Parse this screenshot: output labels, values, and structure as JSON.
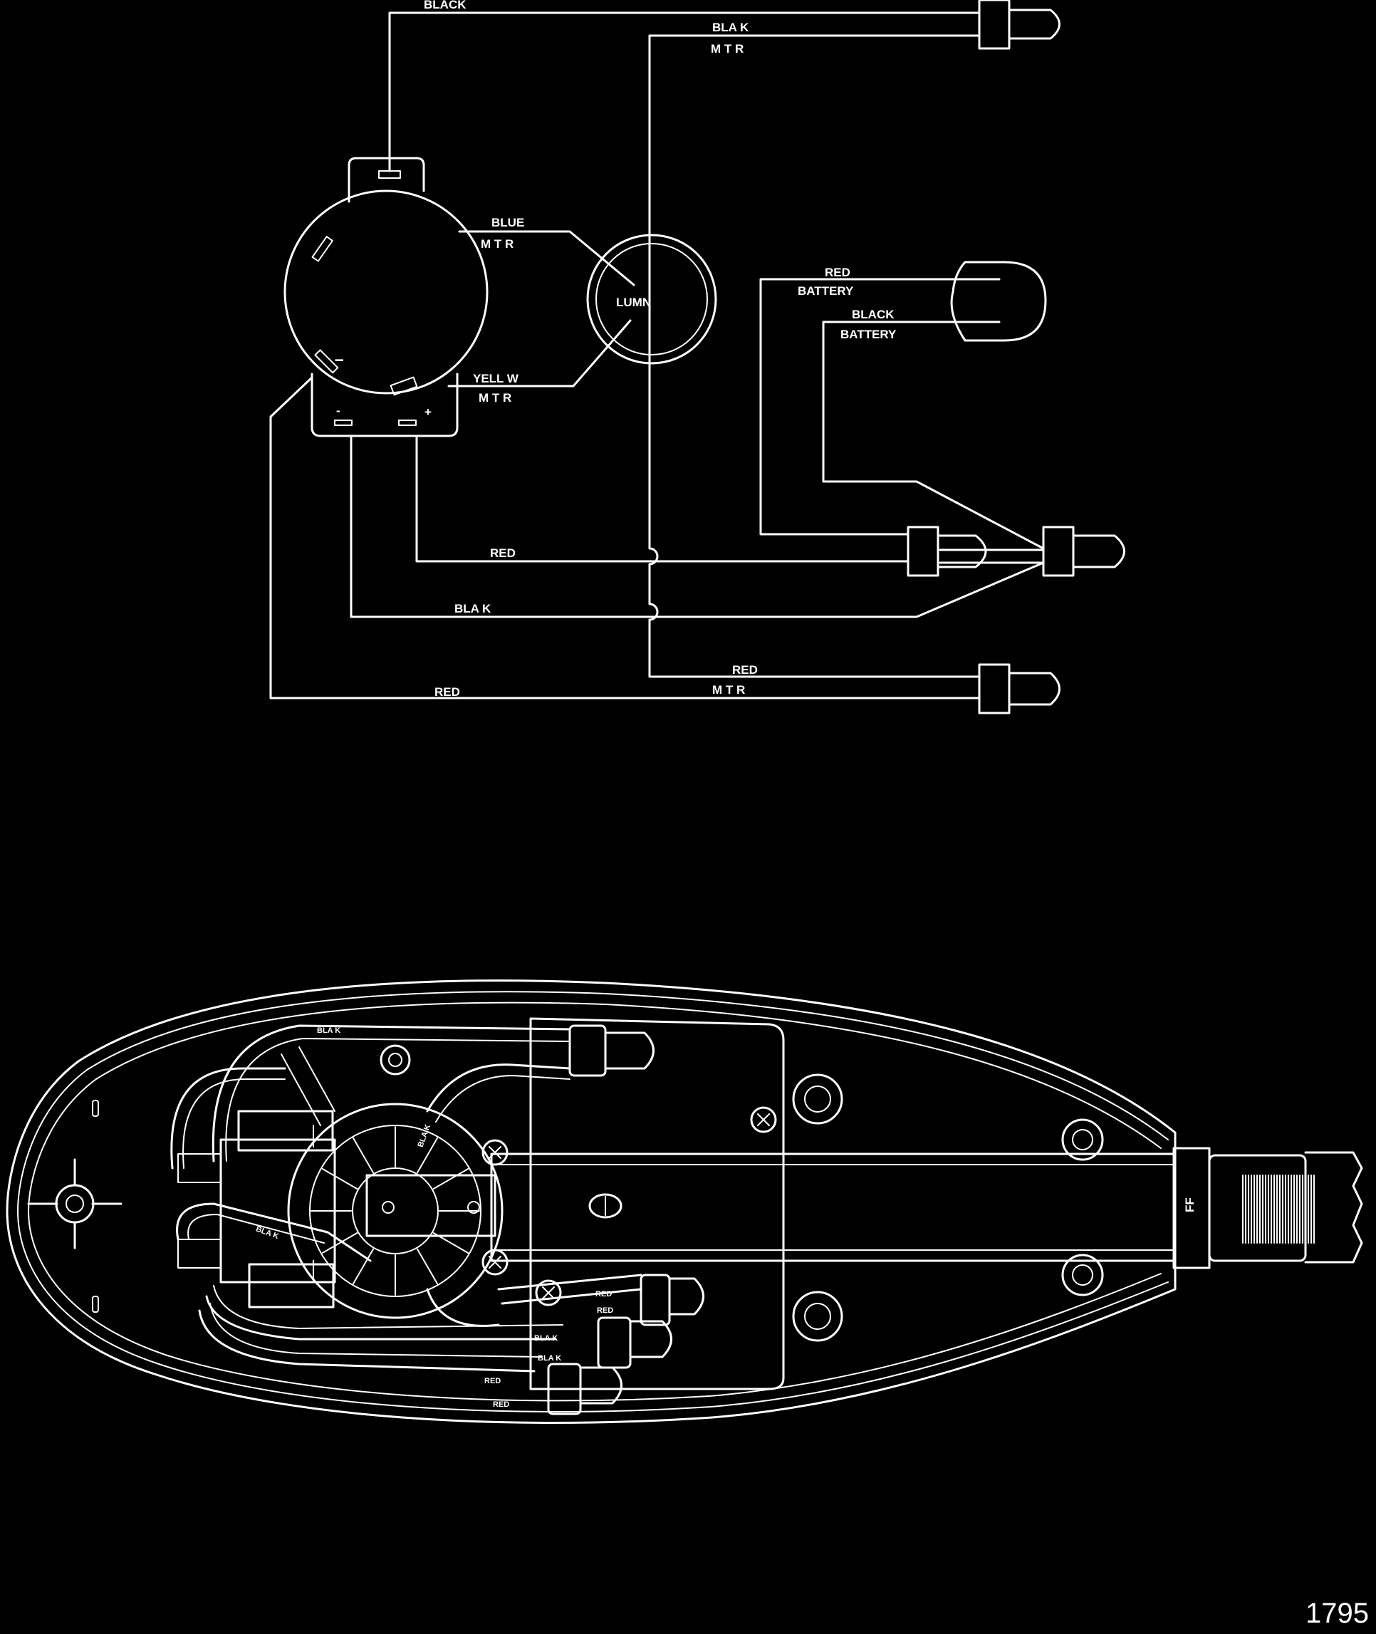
{
  "schematic": {
    "labels": {
      "black_top": "BLACK",
      "blak_mtr_top": "BLA K",
      "mtr_top": "M T R",
      "blue": "BLUE",
      "blue_mtr": "M T R",
      "lumn": "LUMN",
      "red_battery": "RED",
      "battery_1": "BATTERY",
      "black_battery": "BLACK",
      "battery_2": "BATTERY",
      "yellow": "YELL W",
      "yellow_mtr": "M T R",
      "minus": "-",
      "plus": "+",
      "switch_mark": "I",
      "red_mid": "RED",
      "blak_mid": "BLA K",
      "red_mtr": "RED",
      "mtr_bottom": "M T R",
      "red_bottom": "RED"
    }
  },
  "motor_view": {
    "labels": {
      "blak_top": "BLA K",
      "blak_diag": "BLA K",
      "blak_left": "BLA K",
      "red_1": "RED",
      "red_2": "RED",
      "blak_1": "BLA K",
      "blak_2": "BLA K",
      "red_3": "RED",
      "red_4": "RED",
      "ff": "FF"
    }
  },
  "figure_number": "1795"
}
